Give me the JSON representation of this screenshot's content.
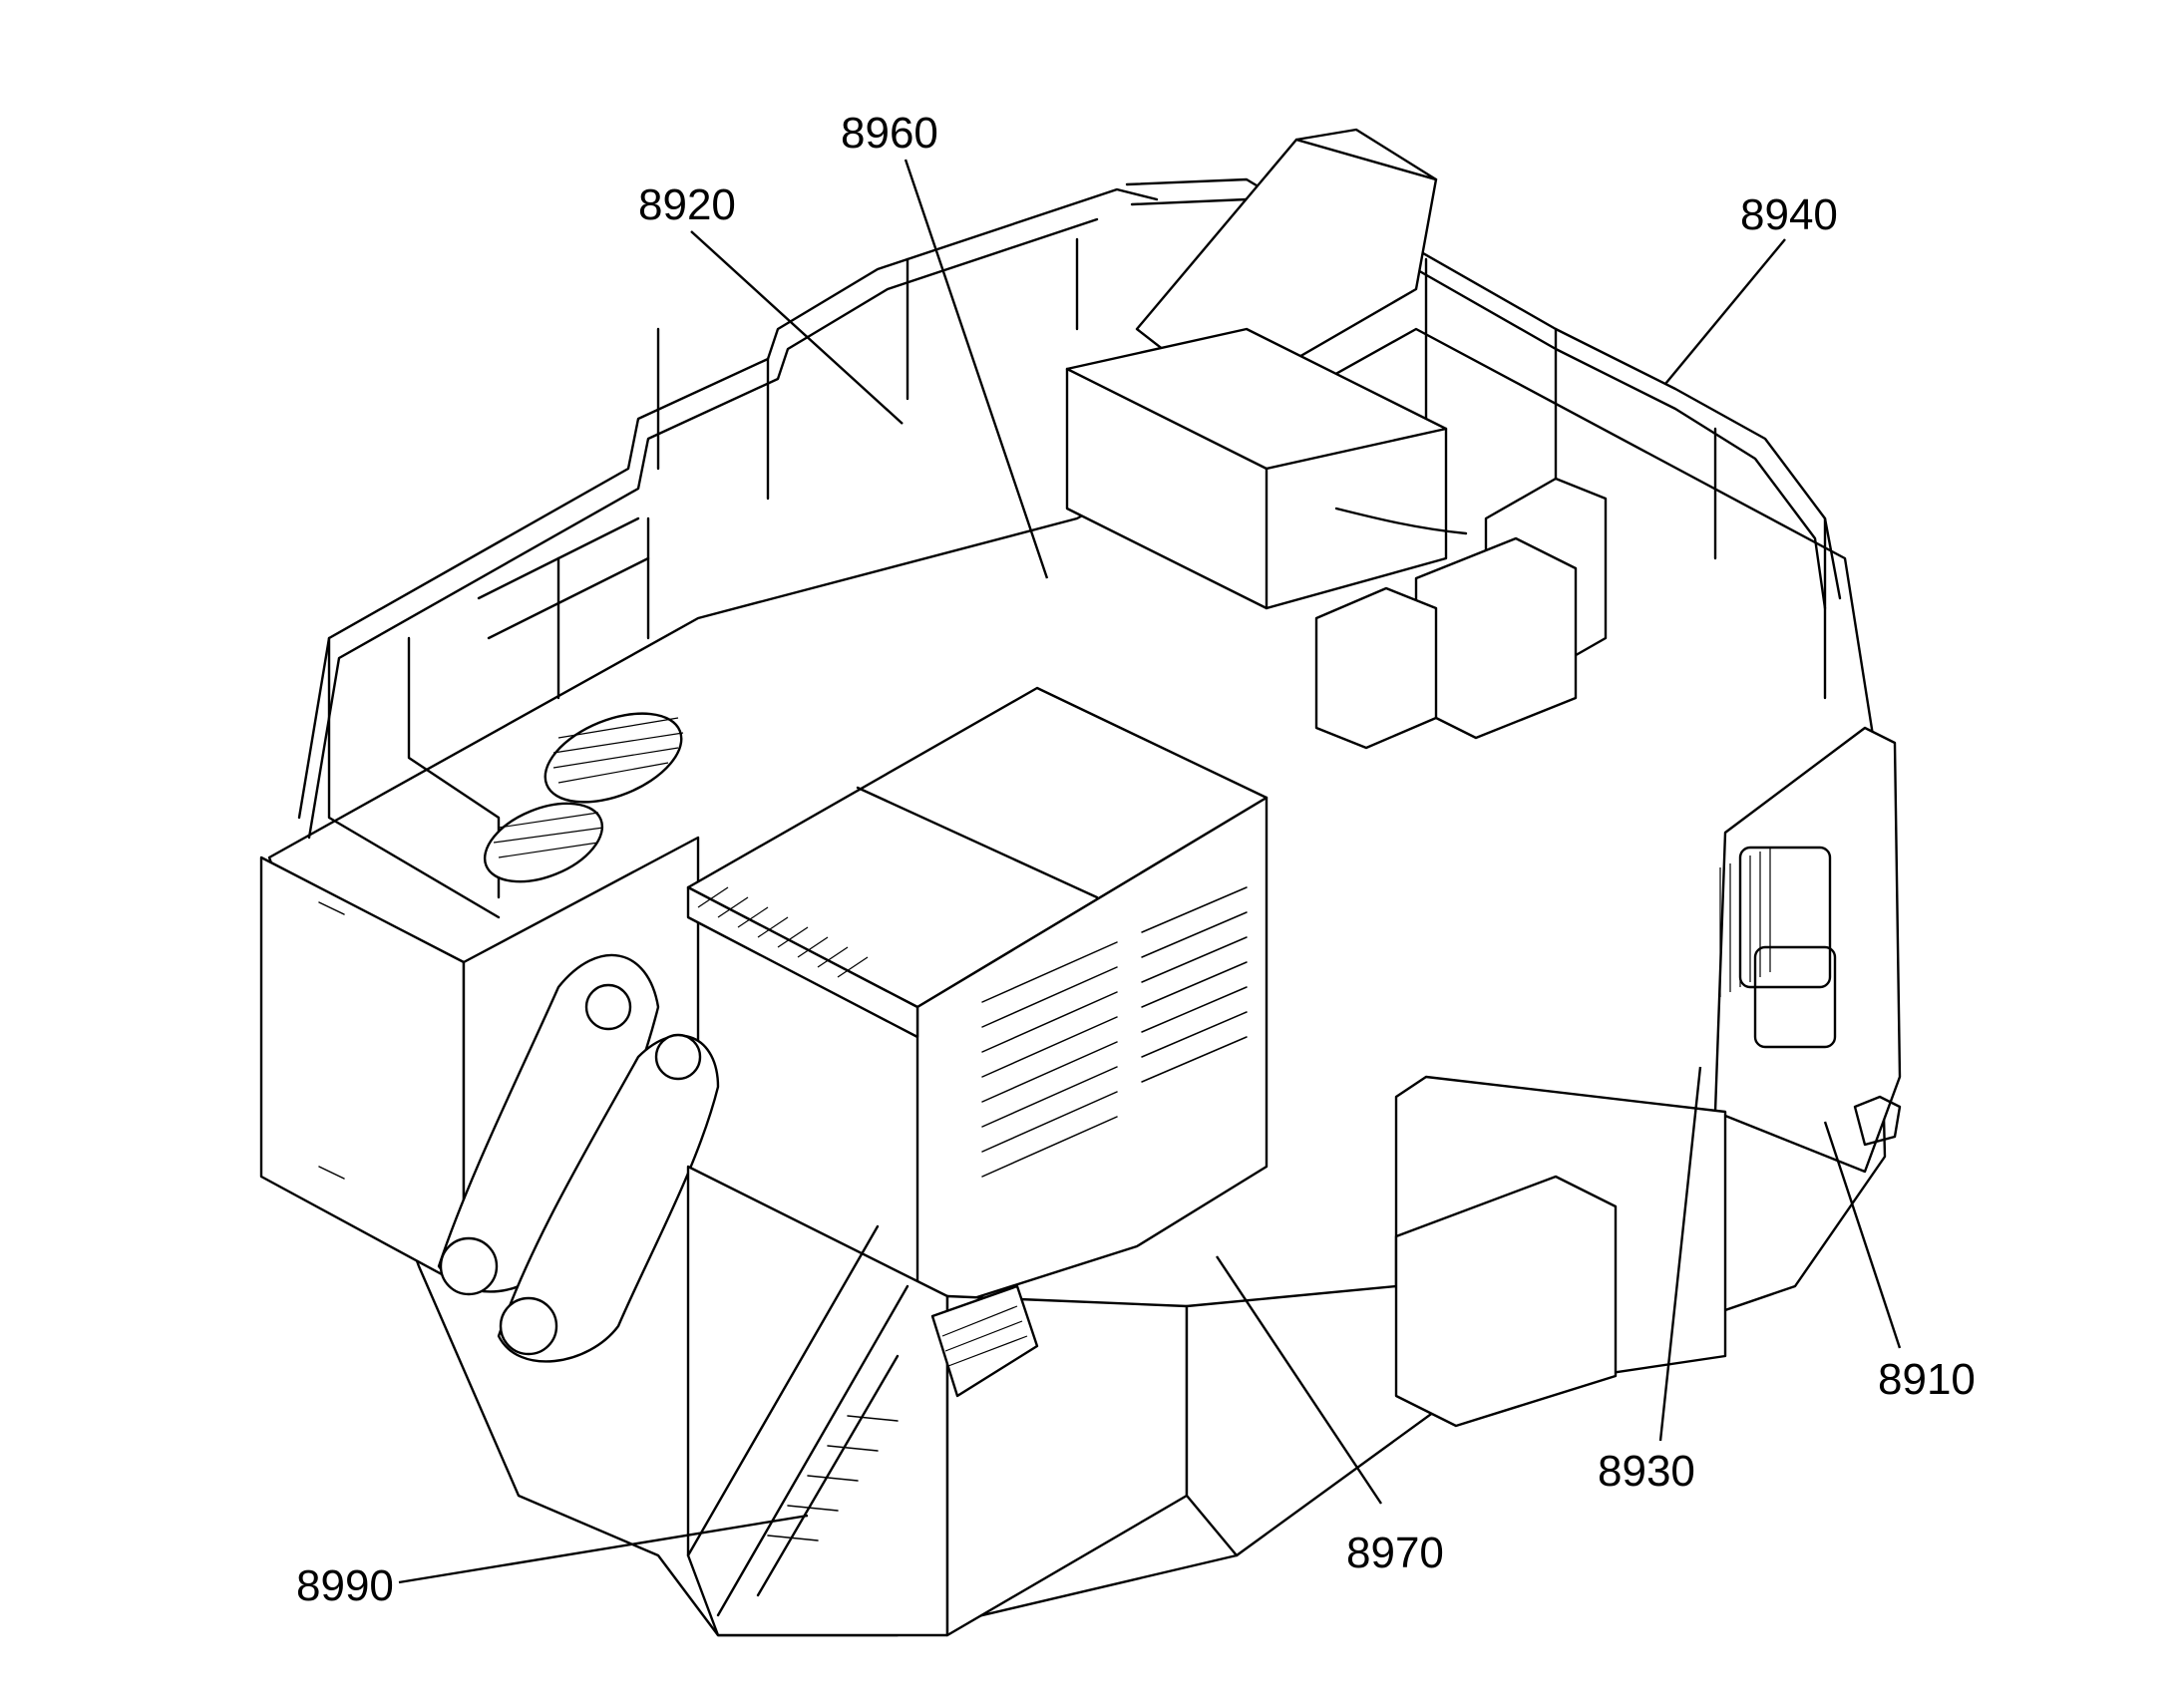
{
  "callouts": [
    {
      "label": "8960"
    },
    {
      "label": "8920"
    },
    {
      "label": "8940"
    },
    {
      "label": "8910"
    },
    {
      "label": "8930"
    },
    {
      "label": "8970"
    },
    {
      "label": "8990"
    }
  ],
  "colors": {
    "line": "#000000",
    "background": "#ffffff"
  }
}
